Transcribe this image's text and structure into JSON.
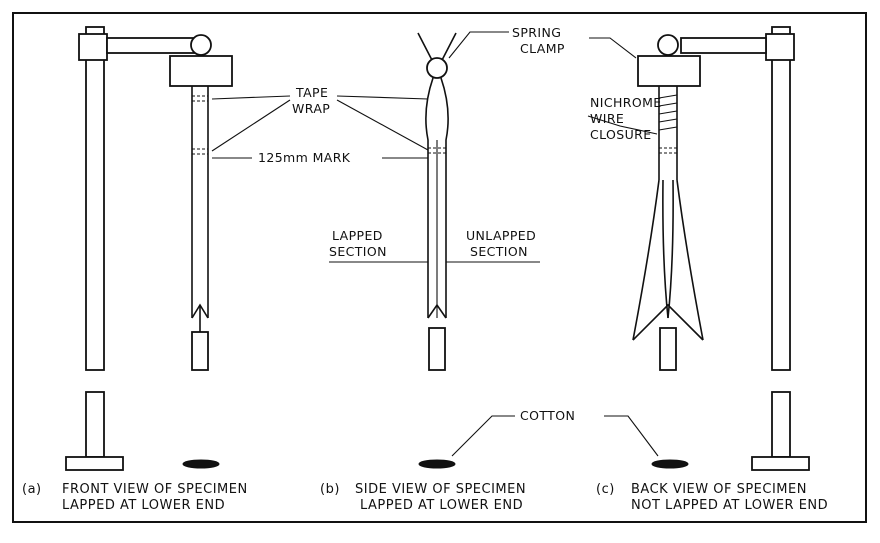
{
  "labels": {
    "spring_clamp": [
      "SPRING",
      "CLAMP"
    ],
    "tape_wrap": [
      "TAPE",
      "WRAP"
    ],
    "nichrome": [
      "NICHROME",
      "WIRE",
      "CLOSURE"
    ],
    "mark": "125mm MARK",
    "lapped": [
      "LAPPED",
      "SECTION"
    ],
    "unlapped": [
      "UNLAPPED",
      "SECTION"
    ],
    "cotton": "COTTON"
  },
  "captions": {
    "a": {
      "tag": "(a)",
      "lines": [
        "FRONT VIEW OF SPECIMEN",
        "LAPPED AT LOWER END"
      ]
    },
    "b": {
      "tag": "(b)",
      "lines": [
        "SIDE VIEW OF SPECIMEN",
        "LAPPED AT LOWER END"
      ]
    },
    "c": {
      "tag": "(c)",
      "lines": [
        "BACK VIEW OF SPECIMEN",
        "NOT LAPPED AT LOWER END"
      ]
    }
  }
}
